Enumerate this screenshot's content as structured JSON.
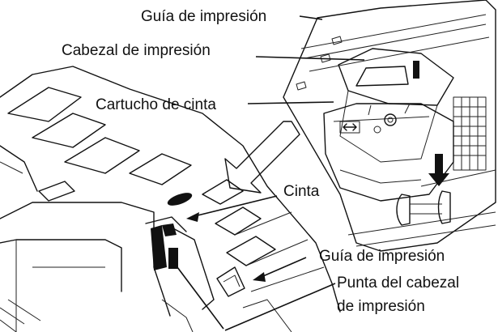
{
  "labels": {
    "guia_top": "Guía de impresión",
    "cabezal": "Cabezal de impresión",
    "cartucho": "Cartucho de cinta",
    "cinta": "Cinta",
    "guia_bottom": "Guía de impresión",
    "punta_line1": "Punta del cabezal",
    "punta_line2": "de impresión"
  },
  "colors": {
    "ink": "#111111",
    "background": "#ffffff"
  }
}
